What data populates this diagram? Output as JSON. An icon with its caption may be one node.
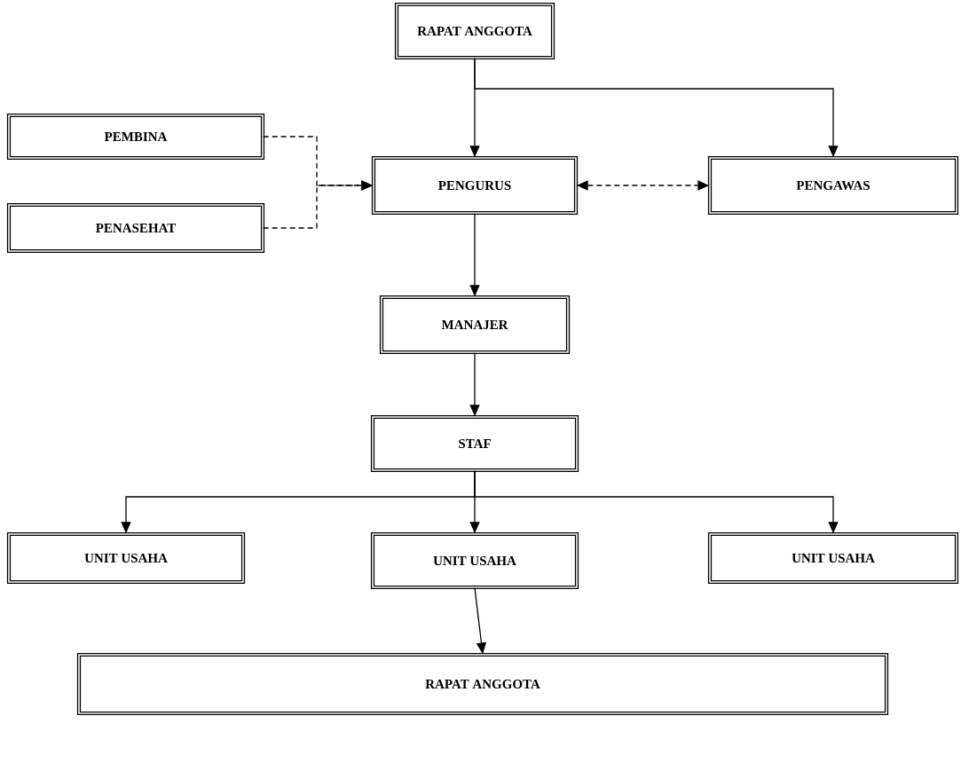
{
  "diagram": {
    "nodes": [
      {
        "text": [
          "RAPAT ANGGOTA"
        ]
      },
      {
        "text": [
          "PEMBINA"
        ]
      },
      {
        "text": [
          "PENASEHAT"
        ]
      },
      {
        "text": [
          "PENGURUS"
        ]
      },
      {
        "text": [
          "PENGAWAS"
        ]
      },
      {
        "text": [
          "MANAJER"
        ]
      },
      {
        "text": [
          "STAF"
        ]
      },
      {
        "text": [
          "UNIT USAHA"
        ]
      },
      {
        "text": [
          "UNIT USAHA"
        ]
      },
      {
        "text": [
          "UNIT USAHA"
        ]
      },
      {
        "text": [
          "RAPAT ANGGOTA"
        ]
      }
    ],
    "edges": [
      {
        "from": 0,
        "to": 3,
        "arrow": "to"
      },
      {
        "from": 0,
        "to": 4,
        "arrow": "to"
      },
      {
        "from": 1,
        "to": 3,
        "arrow": "to",
        "style": "dashed"
      },
      {
        "from": 2,
        "to": 3,
        "arrow": "to",
        "style": "dashed"
      },
      {
        "from": 3,
        "to": 4,
        "arrow": "both",
        "style": "dashed"
      },
      {
        "from": 3,
        "to": 5,
        "arrow": "to"
      },
      {
        "from": 5,
        "to": 6,
        "arrow": "to"
      },
      {
        "from": 6,
        "to": 7,
        "arrow": "to"
      },
      {
        "from": 6,
        "to": 8,
        "arrow": "to"
      },
      {
        "from": 6,
        "to": 9,
        "arrow": "to"
      },
      {
        "from": 8,
        "to": 10,
        "arrow": "to"
      }
    ]
  }
}
